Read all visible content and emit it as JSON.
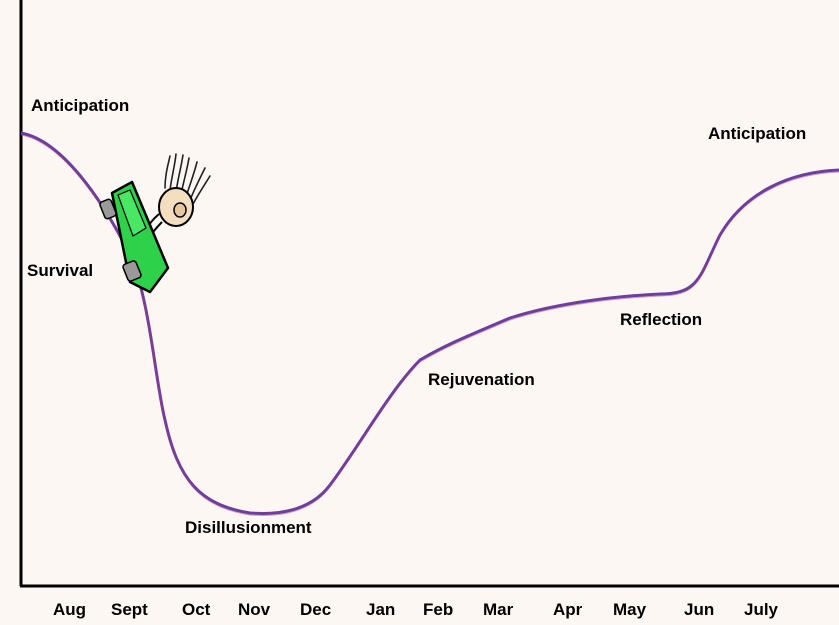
{
  "chart_data": {
    "type": "line",
    "title": "",
    "xlabel": "",
    "ylabel": "",
    "categories": [
      "Aug",
      "Sept",
      "Oct",
      "Nov",
      "Dec",
      "Jan",
      "Feb",
      "Mar",
      "Apr",
      "May",
      "Jun",
      "July"
    ],
    "ylim": [
      0,
      10
    ],
    "grid": false,
    "series": [
      {
        "values": [
          9.0,
          6.5,
          1.8,
          1.5,
          1.7,
          3.6,
          4.6,
          5.3,
          5.7,
          5.9,
          6.5,
          8.3
        ],
        "color": "#6b3fa0"
      }
    ],
    "annotations": [
      {
        "text": "Anticipation",
        "category": "Aug"
      },
      {
        "text": "Survival",
        "category": "Aug"
      },
      {
        "text": "Disillusionment",
        "category": "Nov"
      },
      {
        "text": "Rejuvenation",
        "category": "Feb"
      },
      {
        "text": "Reflection",
        "category": "May"
      },
      {
        "text": "Anticipation",
        "category": "July"
      }
    ],
    "illustration": "car-driving-down-curve-icon"
  }
}
